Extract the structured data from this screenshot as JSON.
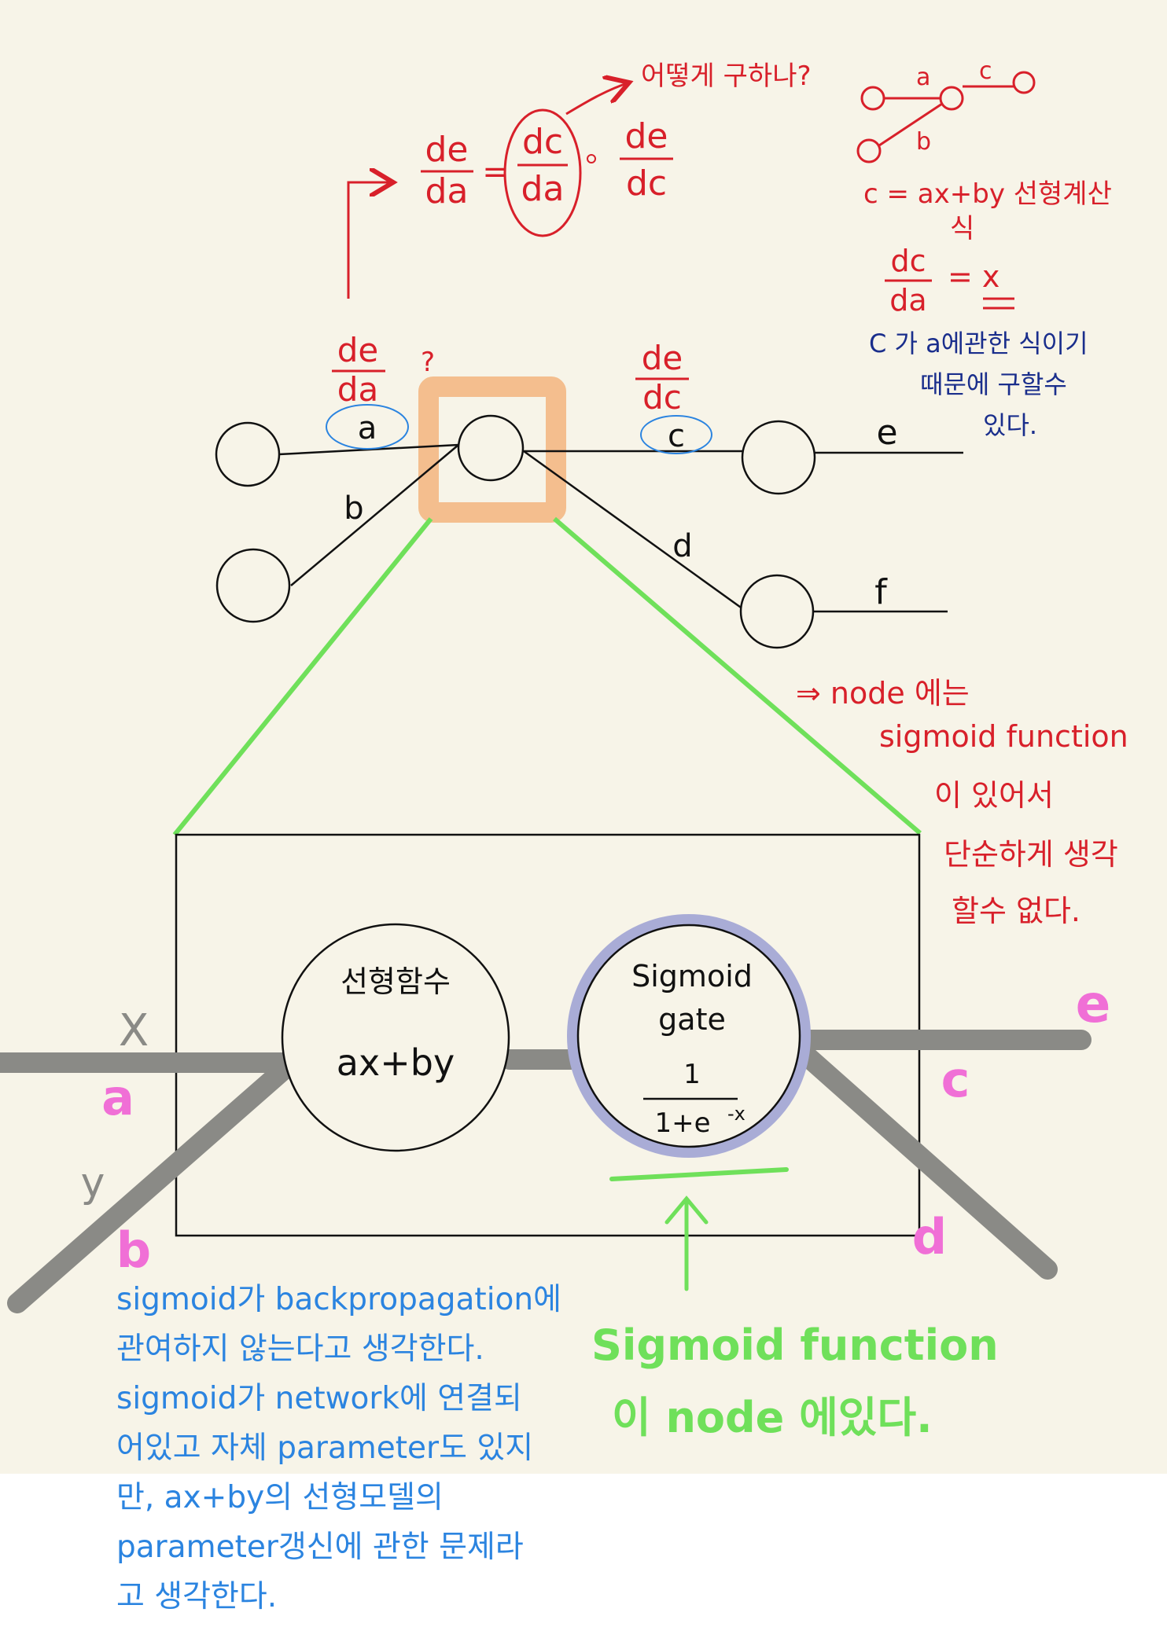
{
  "top_derivation": {
    "lhs_num": "de",
    "lhs_den": "da",
    "mid_num": "dc",
    "mid_den": "da",
    "rhs_num": "de",
    "rhs_den": "dc",
    "question": "어떻게 구하나?"
  },
  "side_note": {
    "mini_a": "a",
    "mini_b": "b",
    "mini_c": "c",
    "formula": "c = ax+by 선형계산",
    "formula_tail": "식",
    "deriv_num": "dc",
    "deriv_den": "da",
    "deriv_rhs": "= x",
    "explain_lines": [
      "C 가 a에관한 식이기",
      "때문에 구할수",
      "있다."
    ]
  },
  "network": {
    "de_da_num": "de",
    "de_da_den": "da",
    "question_mark": "?",
    "de_dc_num": "de",
    "de_dc_den": "dc",
    "edge_a": "a",
    "edge_b": "b",
    "edge_c": "c",
    "edge_d": "d",
    "out_e": "e",
    "out_f": "f"
  },
  "node_note": [
    "⇒ node 에는",
    "sigmoid function",
    "이 있어서",
    "단순하게 생각",
    "할수 없다."
  ],
  "zoom": {
    "linear_title": "선형함수",
    "linear_expr": "ax+by",
    "sigmoid_title": "Sigmoid",
    "sigmoid_subtitle": "gate",
    "sigmoid_num": "1",
    "sigmoid_den": "1+e",
    "sigmoid_exp": "-x",
    "in_x": "X",
    "in_a": "a",
    "in_y": "y",
    "in_b": "b",
    "out_e": "e",
    "out_c": "c",
    "out_d": "d"
  },
  "green_note": [
    "Sigmoid function",
    "이 node 에있다."
  ],
  "bottom_note": "sigmoid가 backpropagation에\n 관여하지 않는다고 생각한다.\nsigmoid가 network에 연결되\n어있고 자체 parameter도 있지\n만, ax+by의 선형모델의\nparameter갱신에 관한 문제라\n고 생각한다.",
  "colors": {
    "paper": "#f7f4e8",
    "red": "#d8202a",
    "navy": "#1a2e8c",
    "orange": "#f4be8e",
    "green": "#6fe05a",
    "pink": "#f06fd6",
    "gray": "#8a8a86",
    "blue": "#2b84e0",
    "lavender": "#a9acd6"
  }
}
